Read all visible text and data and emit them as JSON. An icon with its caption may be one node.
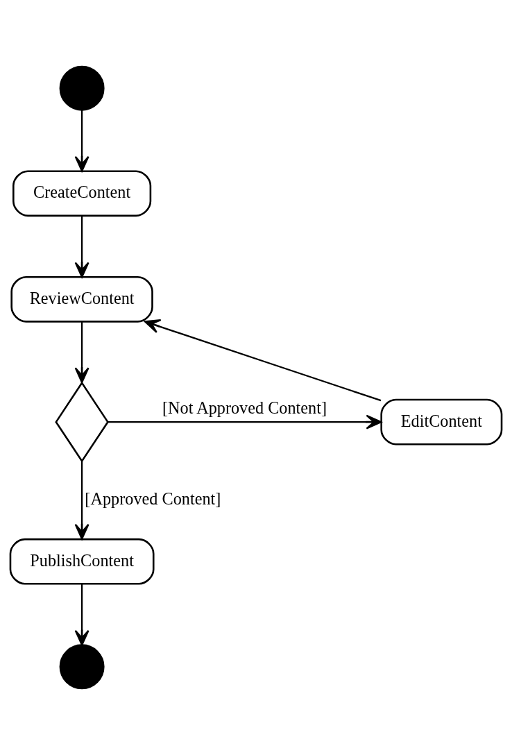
{
  "diagram": {
    "nodes": [
      {
        "text": [],
        "shape": "circle"
      },
      {
        "text": [
          "CreateContent"
        ]
      },
      {
        "text": [
          "ReviewContent"
        ]
      },
      {
        "text": [],
        "shape": "diamond"
      },
      {
        "text": [
          "EditContent"
        ]
      },
      {
        "text": [
          "PublishContent"
        ]
      },
      {
        "text": [],
        "shape": "circle"
      }
    ],
    "edges": [
      {
        "from": 0,
        "to": 1,
        "arrow": "to"
      },
      {
        "from": 1,
        "to": 2,
        "arrow": "to"
      },
      {
        "from": 2,
        "to": 3,
        "arrow": "to"
      },
      {
        "from": 3,
        "to": 4,
        "arrow": "to",
        "label": "[Not Approved Content]"
      },
      {
        "from": 4,
        "to": 2,
        "arrow": "to"
      },
      {
        "from": 3,
        "to": 5,
        "arrow": "to",
        "label": "[Approved Content]"
      },
      {
        "from": 5,
        "to": 6,
        "arrow": "to"
      }
    ]
  }
}
